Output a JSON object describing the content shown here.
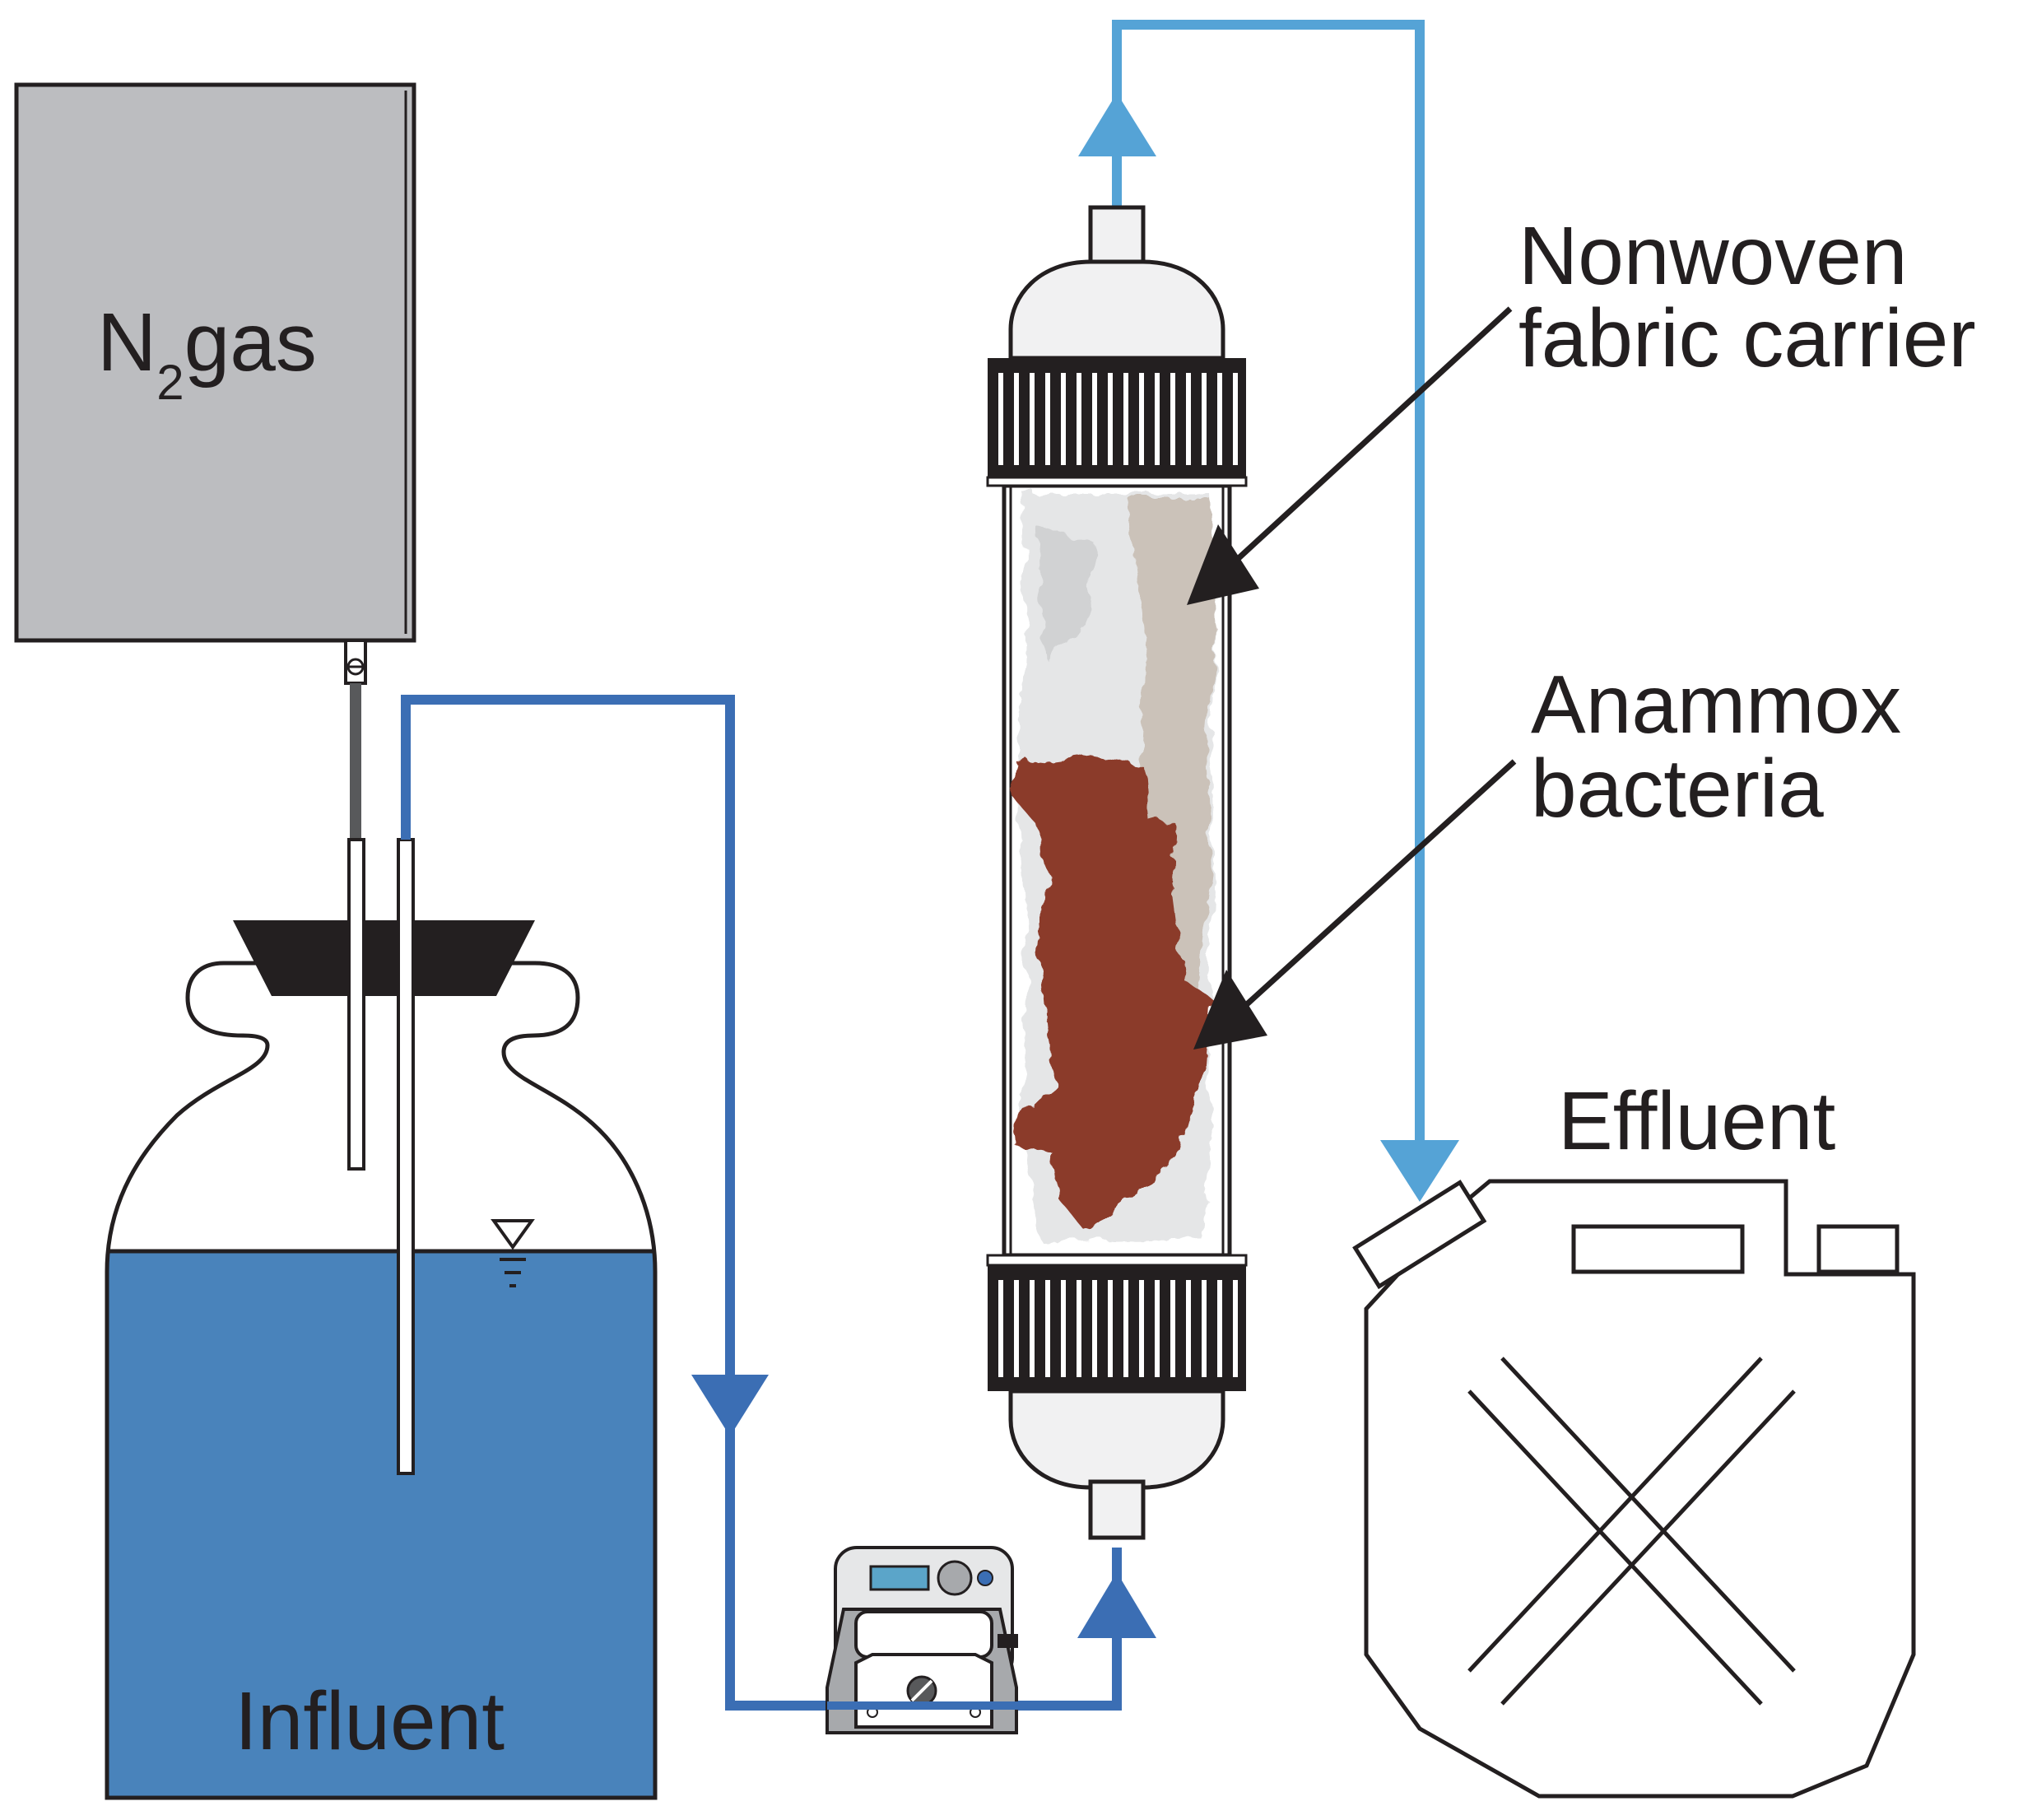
{
  "labels": {
    "gas_name": "N",
    "gas_subscript": "2",
    "gas_suffix": "gas",
    "carrier_line1": "Nonwoven",
    "carrier_line2": "fabric carrier",
    "bacteria_line1": "Anammox",
    "bacteria_line2": "bacteria",
    "effluent": "Effluent",
    "influent": "Influent"
  },
  "colors": {
    "influent_water": "#4983bb",
    "influent_line": "#3b6eb4",
    "effluent_line": "#55a3d6",
    "gas_cylinder": "#bcbdc0",
    "outline": "#231f20",
    "bacteria": "#8b3a2c",
    "carrier": "#cfc6bd"
  }
}
